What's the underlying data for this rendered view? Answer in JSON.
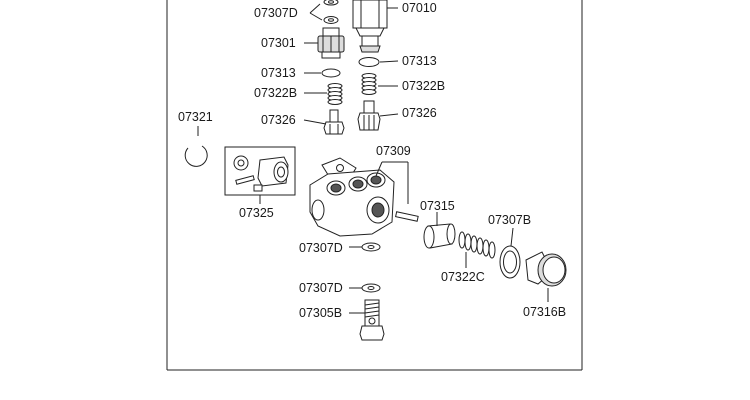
{
  "labels": {
    "l07307D_top": "07307D",
    "l07010": "07010",
    "l07301": "07301",
    "l07313_left": "07313",
    "l07313_right": "07313",
    "l07322B_left": "07322B",
    "l07322B_right": "07322B",
    "l07321": "07321",
    "l07326_left": "07326",
    "l07326_right": "07326",
    "l07309": "07309",
    "l07325": "07325",
    "l07315": "07315",
    "l07307B": "07307B",
    "l07307D_mid": "07307D",
    "l07322C": "07322C",
    "l07307D_low": "07307D",
    "l07316B": "07316B",
    "l07305B": "07305B"
  }
}
